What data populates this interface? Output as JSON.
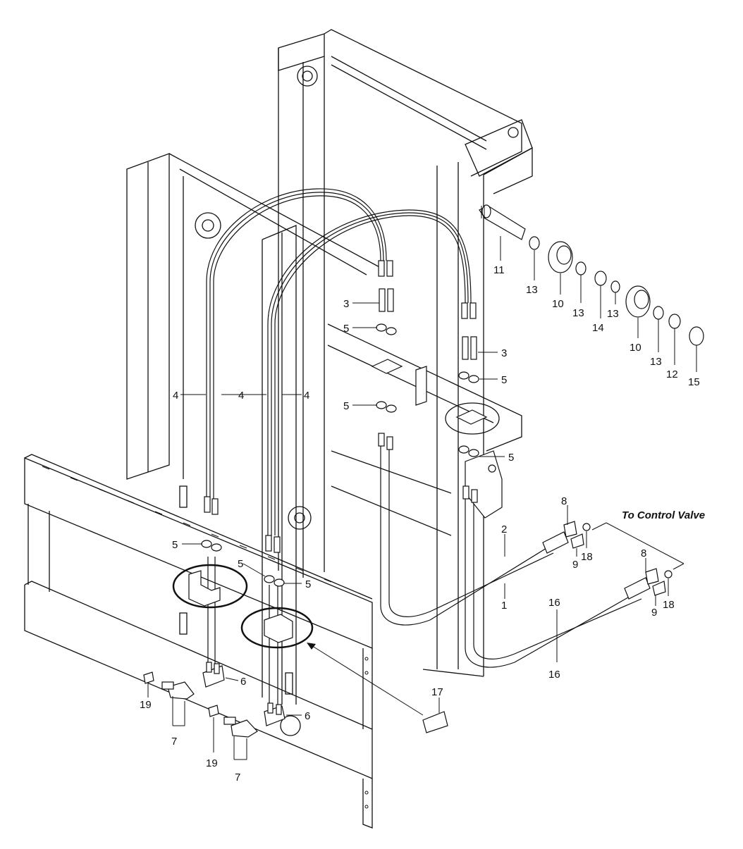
{
  "title": "To Control Valve",
  "callouts": [
    "1",
    "2",
    "3",
    "4",
    "5",
    "6",
    "7",
    "8",
    "9",
    "10",
    "11",
    "12",
    "13",
    "14",
    "15",
    "16",
    "17",
    "18",
    "19"
  ],
  "colors": {
    "line": "#111111",
    "background": "#ffffff"
  }
}
